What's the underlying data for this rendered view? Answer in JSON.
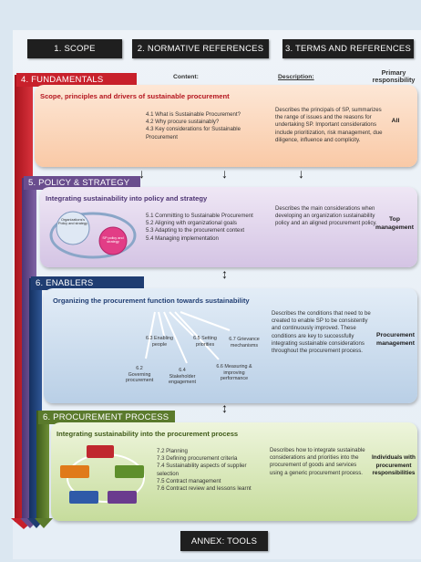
{
  "header_boxes": [
    "1. SCOPE",
    "2. NORMATIVE REFERENCES",
    "3. TERMS AND REFERENCES"
  ],
  "columns": {
    "content": "Content:",
    "description": "Description:",
    "responsibility": "Primary responsibility"
  },
  "sections": {
    "fundamentals": {
      "label": "4. FUNDAMENTALS",
      "title": "Scope, principles and drivers of sustainable procurement",
      "items": [
        "4.1 What is Sustainable Procurement?",
        "4.2 Why procure sustainably?",
        "4.3 Key considerations for Sustainable Procurement"
      ],
      "description": "Describes the principals of SP, summarizes the range of issues and the reasons for undertaking SP. Important considerations include prioritization, risk management, due diligence, influence and complicity.",
      "responsibility": "All"
    },
    "policy": {
      "label": "5. POLICY & STRATEGY",
      "title": "Integrating sustainability into policy and strategy",
      "items": [
        "5.1 Committing to Sustainable Procurement",
        "5.2 Aligning with organizational goals",
        "5.3 Adapting to the procurement context",
        "5.4 Managing implementation"
      ],
      "description": "Describes the main considerations when developing an organization sustainability policy and an aligned procurement policy.",
      "responsibility": "Top management",
      "diagram": {
        "left": "Organizations's Policy and strategy",
        "right": "SP policy and strategy"
      }
    },
    "enablers": {
      "label": "6. ENABLERS",
      "title": "Organizing the procurement function towards sustainability",
      "description": "Describes the conditions that need to be created to enable SP to be consistently and continuously improved. These conditions are key to successfully integrating sustainable considerations throughout the procurement process.",
      "responsibility": "Procurement management",
      "labels": [
        "6.2 Governing procurement",
        "6.3 Enabling people",
        "6.4 Stakeholder engagement",
        "6.5 Setting priorities",
        "6.6 Measuring & improving performance",
        "6.7 Grievance mechanisms"
      ]
    },
    "process": {
      "label": "6. PROCUREMENT PROCESS",
      "title": "Integrating sustainability into the procurement process",
      "items": [
        "7.2 Planning",
        "7.3 Defining procurement criteria",
        "7.4 Sustainability aspects of supplier selection",
        "7.5 Contract management",
        "7.6 Contract review and lessons learnt"
      ],
      "description": "Describes how to integrate sustainable considerations and priorities into the procurement of goods and services using a generic procurement process.",
      "responsibility": "Individuals with procurement responsibilities"
    }
  },
  "footer": "ANNEX: TOOLS",
  "colors": {
    "fundamentals": "#c8202b",
    "policy": "#6a4d8e",
    "enablers": "#1f3d72",
    "process": "#5a7a2c"
  }
}
